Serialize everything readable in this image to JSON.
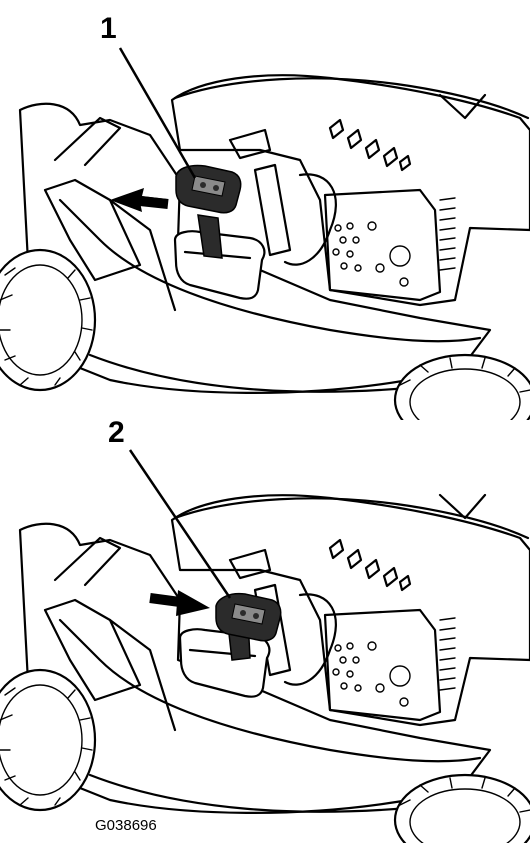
{
  "figure": {
    "callouts": [
      "1",
      "2"
    ],
    "figure_id": "G038696"
  },
  "colors": {
    "line": "#000000",
    "lever_dark": "#2b2b2b",
    "lever_light": "#8a8a8a",
    "background": "#ffffff"
  }
}
